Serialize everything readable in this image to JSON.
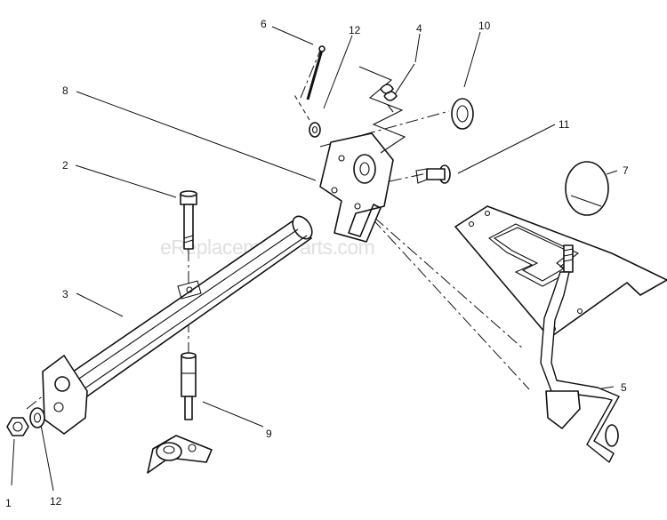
{
  "watermark": "eReplacementParts.com",
  "callouts": [
    {
      "id": "1",
      "text": "1"
    },
    {
      "id": "2",
      "text": "2"
    },
    {
      "id": "3",
      "text": "3"
    },
    {
      "id": "4",
      "text": "4"
    },
    {
      "id": "5",
      "text": "5"
    },
    {
      "id": "6",
      "text": "6"
    },
    {
      "id": "7",
      "text": "7"
    },
    {
      "id": "8",
      "text": "8"
    },
    {
      "id": "9",
      "text": "9"
    },
    {
      "id": "10",
      "text": "10"
    },
    {
      "id": "11",
      "text": "11"
    },
    {
      "id": "12a",
      "text": "12"
    },
    {
      "id": "12b",
      "text": "12"
    }
  ]
}
